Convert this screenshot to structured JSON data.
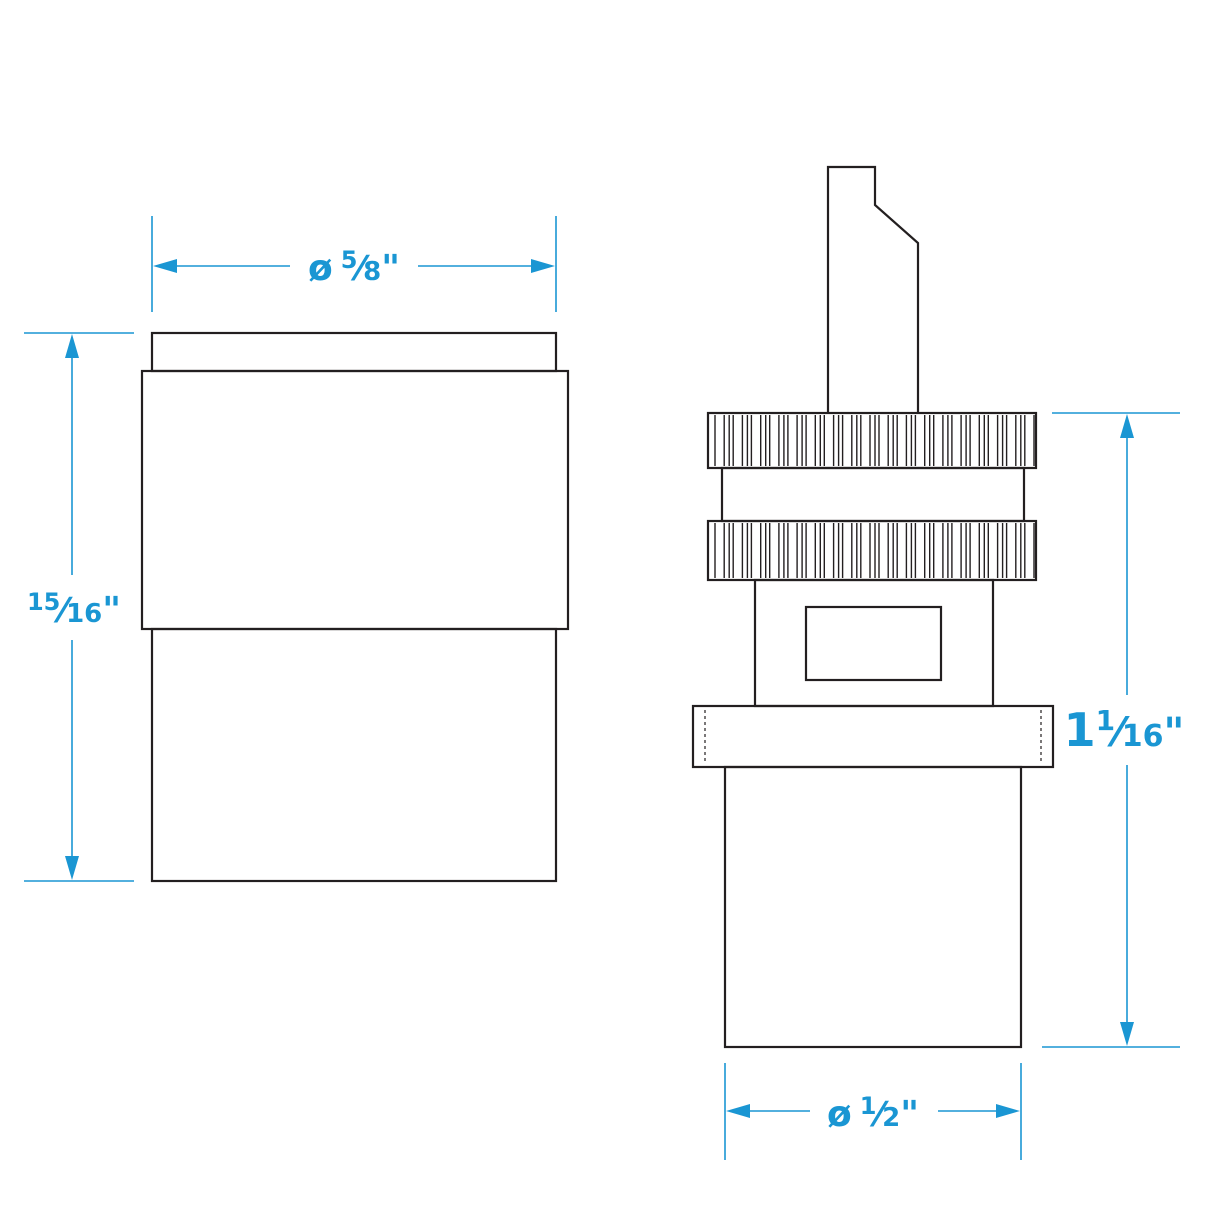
{
  "colors": {
    "dimension": "#1a96d3",
    "outline": "#231f20",
    "background": "#ffffff"
  },
  "left_part": {
    "width_label": {
      "symbol": "ø",
      "whole": "",
      "num": "5",
      "den": "8",
      "unit": "\""
    },
    "height_label": {
      "symbol": "",
      "whole": "",
      "num": "15",
      "den": "16",
      "unit": "\""
    }
  },
  "right_part": {
    "width_label": {
      "symbol": "ø",
      "whole": "",
      "num": "1",
      "den": "2",
      "unit": "\""
    },
    "height_label": {
      "symbol": "",
      "whole": "1",
      "num": "1",
      "den": "16",
      "unit": "\""
    }
  }
}
